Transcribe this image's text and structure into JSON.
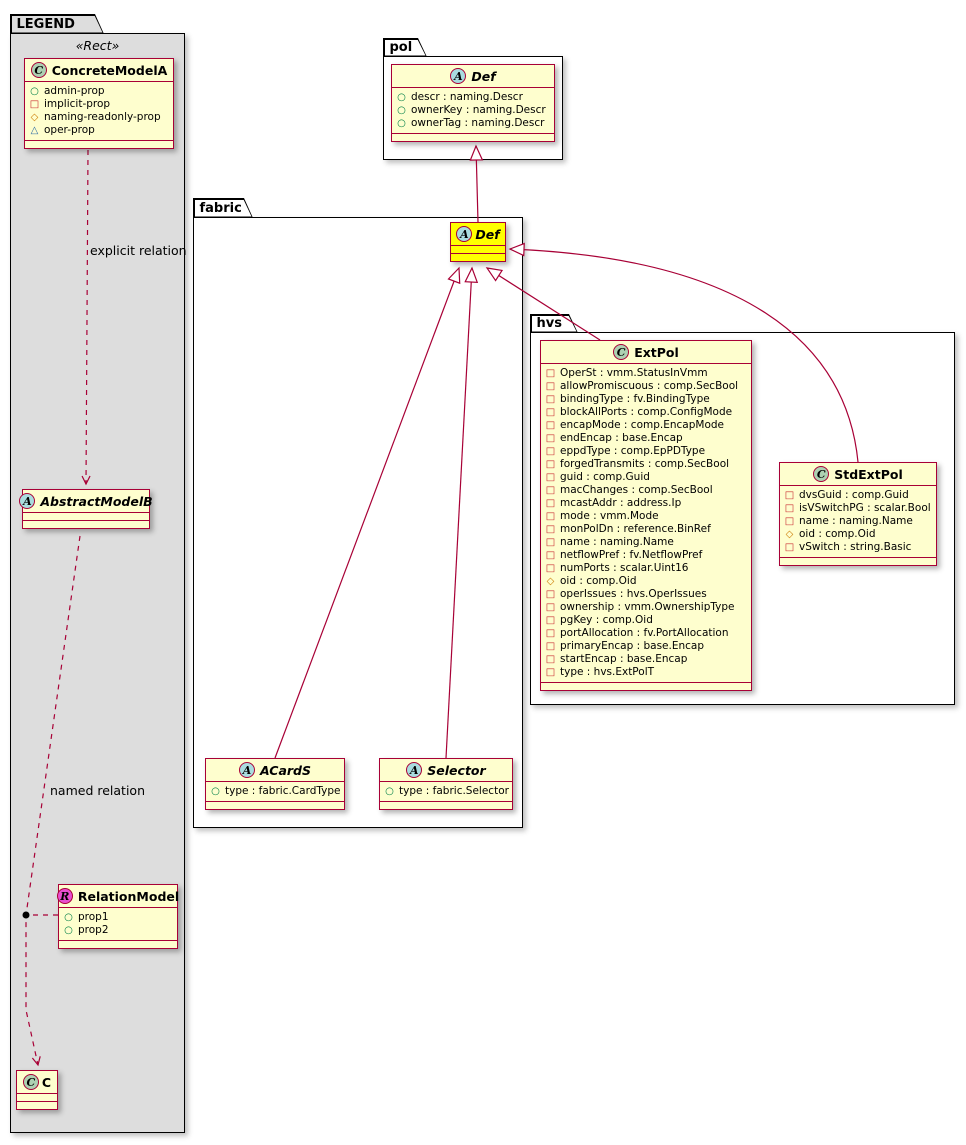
{
  "legend": {
    "title": "LEGEND",
    "stereotype": "«Rect»",
    "explicit_relation_label": "explicit relation",
    "named_relation_label": "named relation"
  },
  "packages": {
    "pol": "pol",
    "fabric": "fabric",
    "hvs": "hvs"
  },
  "icon_glyphs": {
    "circle": "○",
    "square": "□",
    "diamond": "◇",
    "triangle": "△"
  },
  "colors": {
    "class_fill": "#FEFECE",
    "class_border": "#A80036",
    "highlight_fill": "#FFFF00",
    "legend_fill": "#DDDDDD",
    "spot_class": "#ADD1B2",
    "spot_abstract": "#A9DCDF",
    "spot_relation": "#E84ECF"
  },
  "classes": {
    "concrete_model_a": {
      "kind": "C",
      "name": "ConcreteModelA",
      "props": [
        {
          "icon": "circle",
          "text": "admin-prop"
        },
        {
          "icon": "square",
          "text": "implicit-prop"
        },
        {
          "icon": "diamond",
          "text": "naming-readonly-prop"
        },
        {
          "icon": "triangle",
          "text": "oper-prop"
        }
      ]
    },
    "abstract_model_b": {
      "kind": "A",
      "name": "AbstractModelB",
      "props": []
    },
    "relation_model": {
      "kind": "R",
      "name": "RelationModel",
      "props": [
        {
          "icon": "circle",
          "text": "prop1"
        },
        {
          "icon": "circle",
          "text": "prop2"
        }
      ]
    },
    "legend_c": {
      "kind": "C",
      "name": "C",
      "props": []
    },
    "pol_def": {
      "kind": "A",
      "name": "Def",
      "props": [
        {
          "icon": "circle",
          "text": "descr : naming.Descr"
        },
        {
          "icon": "circle",
          "text": "ownerKey : naming.Descr"
        },
        {
          "icon": "circle",
          "text": "ownerTag : naming.Descr"
        }
      ]
    },
    "fabric_def": {
      "kind": "A",
      "name": "Def",
      "props": []
    },
    "acards": {
      "kind": "A",
      "name": "ACardS",
      "props": [
        {
          "icon": "circle",
          "text": "type : fabric.CardType"
        }
      ]
    },
    "selector": {
      "kind": "A",
      "name": "Selector",
      "props": [
        {
          "icon": "circle",
          "text": "type : fabric.Selector"
        }
      ]
    },
    "ext_pol": {
      "kind": "C",
      "name": "ExtPol",
      "props": [
        {
          "icon": "square",
          "text": "OperSt : vmm.StatusInVmm"
        },
        {
          "icon": "square",
          "text": "allowPromiscuous : comp.SecBool"
        },
        {
          "icon": "square",
          "text": "bindingType : fv.BindingType"
        },
        {
          "icon": "square",
          "text": "blockAllPorts : comp.ConfigMode"
        },
        {
          "icon": "square",
          "text": "encapMode : comp.EncapMode"
        },
        {
          "icon": "square",
          "text": "endEncap : base.Encap"
        },
        {
          "icon": "square",
          "text": "eppdType : comp.EpPDType"
        },
        {
          "icon": "square",
          "text": "forgedTransmits : comp.SecBool"
        },
        {
          "icon": "square",
          "text": "guid : comp.Guid"
        },
        {
          "icon": "square",
          "text": "macChanges : comp.SecBool"
        },
        {
          "icon": "square",
          "text": "mcastAddr : address.Ip"
        },
        {
          "icon": "square",
          "text": "mode : vmm.Mode"
        },
        {
          "icon": "square",
          "text": "monPolDn : reference.BinRef"
        },
        {
          "icon": "square",
          "text": "name : naming.Name"
        },
        {
          "icon": "square",
          "text": "netflowPref : fv.NetflowPref"
        },
        {
          "icon": "square",
          "text": "numPorts : scalar.Uint16"
        },
        {
          "icon": "diamond",
          "text": "oid : comp.Oid"
        },
        {
          "icon": "square",
          "text": "operIssues : hvs.OperIssues"
        },
        {
          "icon": "square",
          "text": "ownership : vmm.OwnershipType"
        },
        {
          "icon": "square",
          "text": "pgKey : comp.Oid"
        },
        {
          "icon": "square",
          "text": "portAllocation : fv.PortAllocation"
        },
        {
          "icon": "square",
          "text": "primaryEncap : base.Encap"
        },
        {
          "icon": "square",
          "text": "startEncap : base.Encap"
        },
        {
          "icon": "square",
          "text": "type : hvs.ExtPolT"
        }
      ]
    },
    "std_ext_pol": {
      "kind": "C",
      "name": "StdExtPol",
      "props": [
        {
          "icon": "square",
          "text": "dvsGuid : comp.Guid"
        },
        {
          "icon": "square",
          "text": "isVSwitchPG : scalar.Bool"
        },
        {
          "icon": "square",
          "text": "name : naming.Name"
        },
        {
          "icon": "diamond",
          "text": "oid : comp.Oid"
        },
        {
          "icon": "square",
          "text": "vSwitch : string.Basic"
        }
      ]
    }
  }
}
